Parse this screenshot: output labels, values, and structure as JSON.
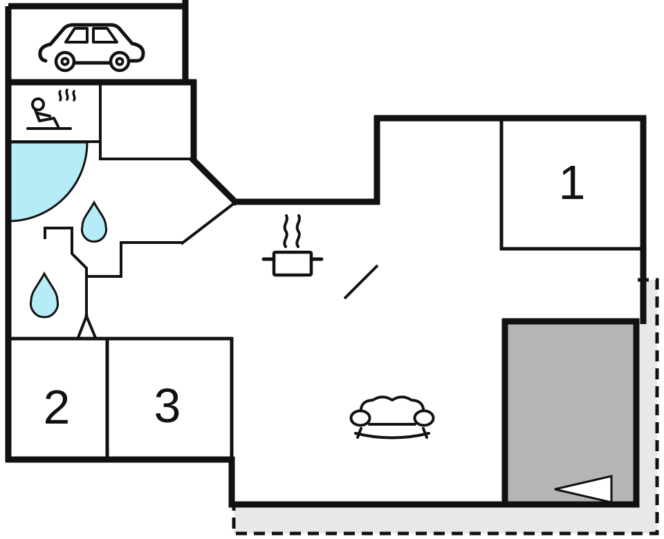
{
  "plan": {
    "type": "floor-plan",
    "background": "#ffffff",
    "colors": {
      "wall": "#111111",
      "water": "#b6ecf7",
      "covered_terrace": "#b5b5b5",
      "terrace": "#e8e8e8",
      "icon_fill": "#ffffff"
    },
    "labels": {
      "room1": "1",
      "room2": "2",
      "room3": "3"
    },
    "icons": [
      "car-icon",
      "sauna-person-icon",
      "water-drop-icon",
      "water-drop-icon",
      "cooking-pot-steam-icon",
      "sofa-icon",
      "direction-arrow-icon"
    ]
  }
}
